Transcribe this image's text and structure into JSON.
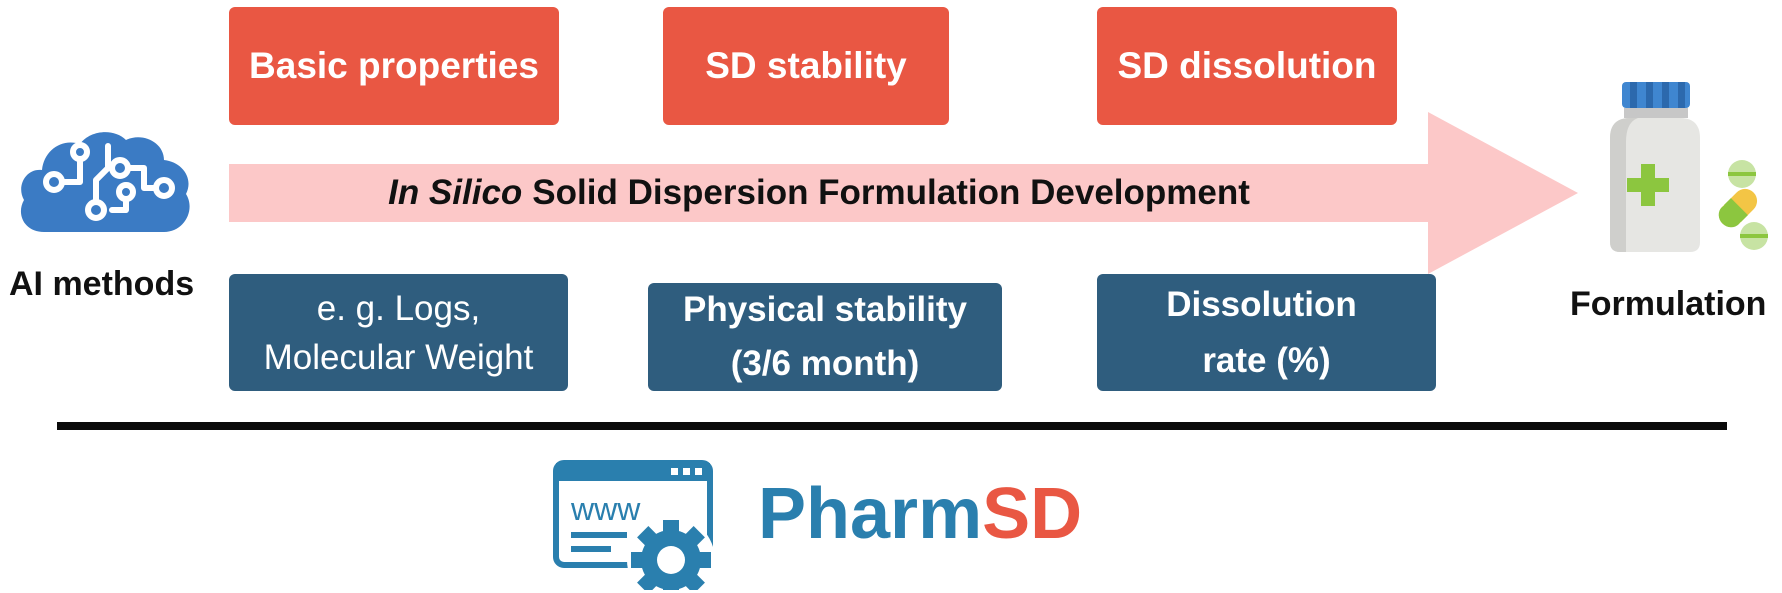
{
  "top_boxes": [
    {
      "label": "Basic properties"
    },
    {
      "label": "SD stability"
    },
    {
      "label": "SD dissolution"
    }
  ],
  "arrow": {
    "label_emphasis": "In Silico",
    "label_rest": "Solid Dispersion Formulation Development"
  },
  "bottom_boxes": [
    {
      "line1": "e. g. Logs,",
      "line2": "Molecular Weight"
    },
    {
      "line1": "Physical stability",
      "line2": "(3/6 month)"
    },
    {
      "line1": "Dissolution",
      "line2": "rate (%)"
    }
  ],
  "left": {
    "label": "AI methods",
    "icon": "brain-circuit-icon"
  },
  "right": {
    "label": "Formulation",
    "icon": "medicine-bottle-icon"
  },
  "logo": {
    "part1": "Pharm",
    "part2": "SD",
    "icon_text": "www",
    "icon": "web-gear-icon"
  },
  "colors": {
    "red": "#e95743",
    "blue": "#2f5d7e",
    "arrow": "#fcc8c8",
    "logo_blue": "#2a7fae"
  }
}
